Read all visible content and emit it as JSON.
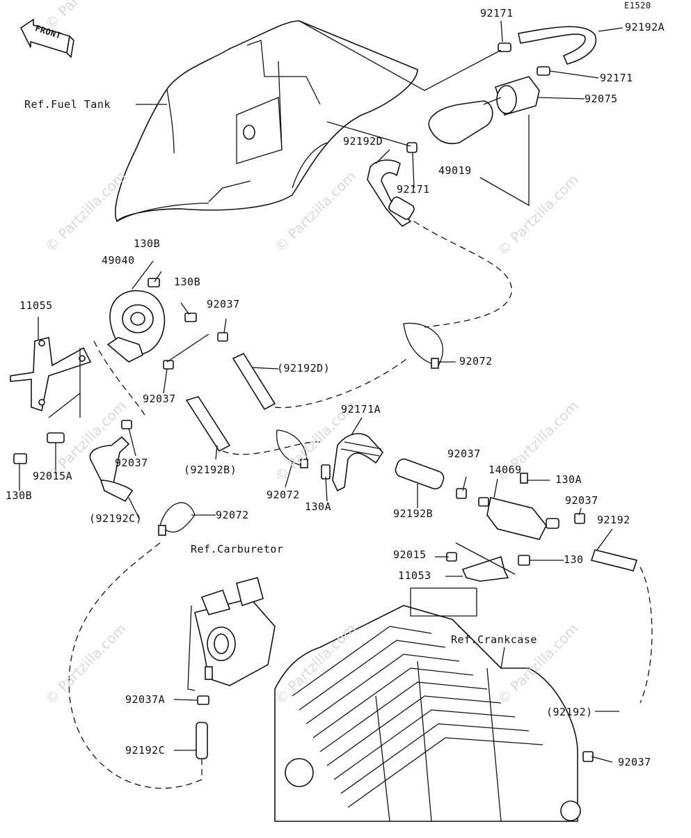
{
  "diagram_code": "E1520",
  "front_label": "FRONT",
  "watermark": "© Partzilla.com",
  "refs": {
    "fuel_tank": "Ref.Fuel Tank",
    "carburetor": "Ref.Carburetor",
    "crankcase": "Ref.Crankcase"
  },
  "labels": {
    "p92171_top": "92171",
    "p92192A": "92192A",
    "p92171_right": "92171",
    "p92075": "92075",
    "p92192D": "92192D",
    "p49019": "49019",
    "p92171_mid": "92171",
    "p130B_top": "130B",
    "p49040": "49040",
    "p130B_mid": "130B",
    "p92037_top": "92037",
    "p11055": "11055",
    "p92192D_paren": "(92192D)",
    "p92072_right": "92072",
    "p92037_left": "92037",
    "p92171A": "92171A",
    "p92037_low": "92037",
    "p92192B_paren": "(92192B)",
    "p92072_mid": "92072",
    "p130A_mid": "130A",
    "p92192B": "92192B",
    "p92037_fil": "92037",
    "p14069": "14069",
    "p130A_right": "130A",
    "p92037_right": "92037",
    "p92192": "92192",
    "p92015A": "92015A",
    "p130B_bot": "130B",
    "p92192C_paren": "(92192C)",
    "p92072_low": "92072",
    "p92015": "92015",
    "p130": "130",
    "p11053": "11053",
    "p92037A": "92037A",
    "p92192C": "92192C",
    "p92192_paren": "(92192)",
    "p92037_bot": "92037"
  }
}
